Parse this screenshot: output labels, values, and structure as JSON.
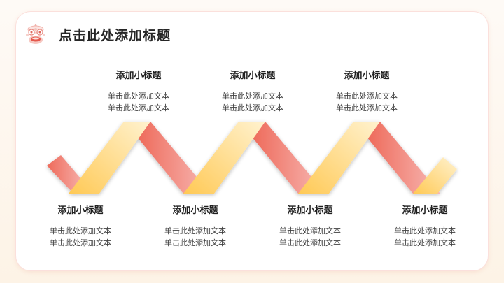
{
  "page": {
    "title": "点击此处添加标题",
    "logo_icon": "lion-dance-head-icon"
  },
  "colors": {
    "ribbon_red_start": "#ee6a5a",
    "ribbon_red_end": "#f7b4b0",
    "ribbon_yellow_start": "#ffc95a",
    "ribbon_yellow_end": "#fff0c8",
    "card_border": "#fbe0dc",
    "background": "#fdf3e6"
  },
  "top_items": [
    {
      "title": "添加小标题",
      "line1": "单击此处添加文本",
      "line2": "单击此处添加文本"
    },
    {
      "title": "添加小标题",
      "line1": "单击此处添加文本",
      "line2": "单击此处添加文本"
    },
    {
      "title": "添加小标题",
      "line1": "单击此处添加文本",
      "line2": "单击此处添加文本"
    }
  ],
  "bottom_items": [
    {
      "title": "添加小标题",
      "line1": "单击此处添加文本",
      "line2": "单击此处添加文本"
    },
    {
      "title": "添加小标题",
      "line1": "单击此处添加文本",
      "line2": "单击此处添加文本"
    },
    {
      "title": "添加小标题",
      "line1": "单击此处添加文本",
      "line2": "单击此处添加文本"
    },
    {
      "title": "添加小标题",
      "line1": "单击此处添加文本",
      "line2": "单击此处添加文本"
    }
  ]
}
